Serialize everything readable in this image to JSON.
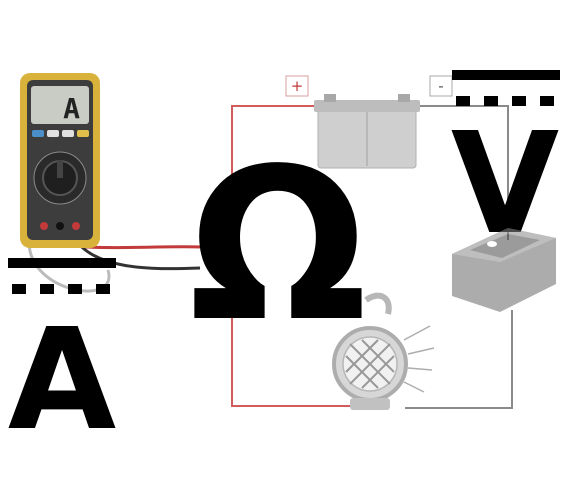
{
  "symbols": {
    "ampere": "A",
    "ohm": "Ω",
    "volt": "V"
  },
  "multimeter": {
    "display": "A"
  },
  "battery": {
    "positive_label": "+",
    "negative_label": "-"
  },
  "colors": {
    "wire_red": "#d25c5c",
    "wire_gray": "#8a8a8a",
    "meter_body": "#d8b23a",
    "meter_face": "#3d3d3d",
    "symbol_black": "#000000"
  }
}
